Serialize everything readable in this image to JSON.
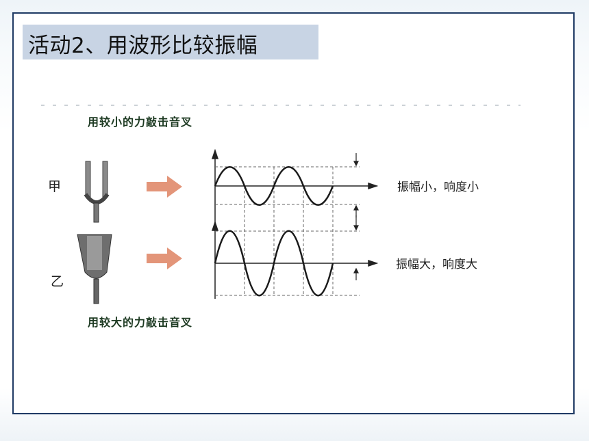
{
  "title": "活动2、用波形比较振幅",
  "diagram": {
    "caption_top": "用较小的力敲击音叉",
    "caption_bottom": "用较大的力敲击音叉",
    "fork_a_label": "甲",
    "fork_b_label": "乙",
    "wave_a_label": "振幅小，响度小",
    "wave_b_label": "振幅大，响度大"
  },
  "colors": {
    "frame": "#1f3a64",
    "title_bg": "#c8d4e4",
    "arrow": "#e08a6a",
    "caption": "#1d3a22"
  }
}
